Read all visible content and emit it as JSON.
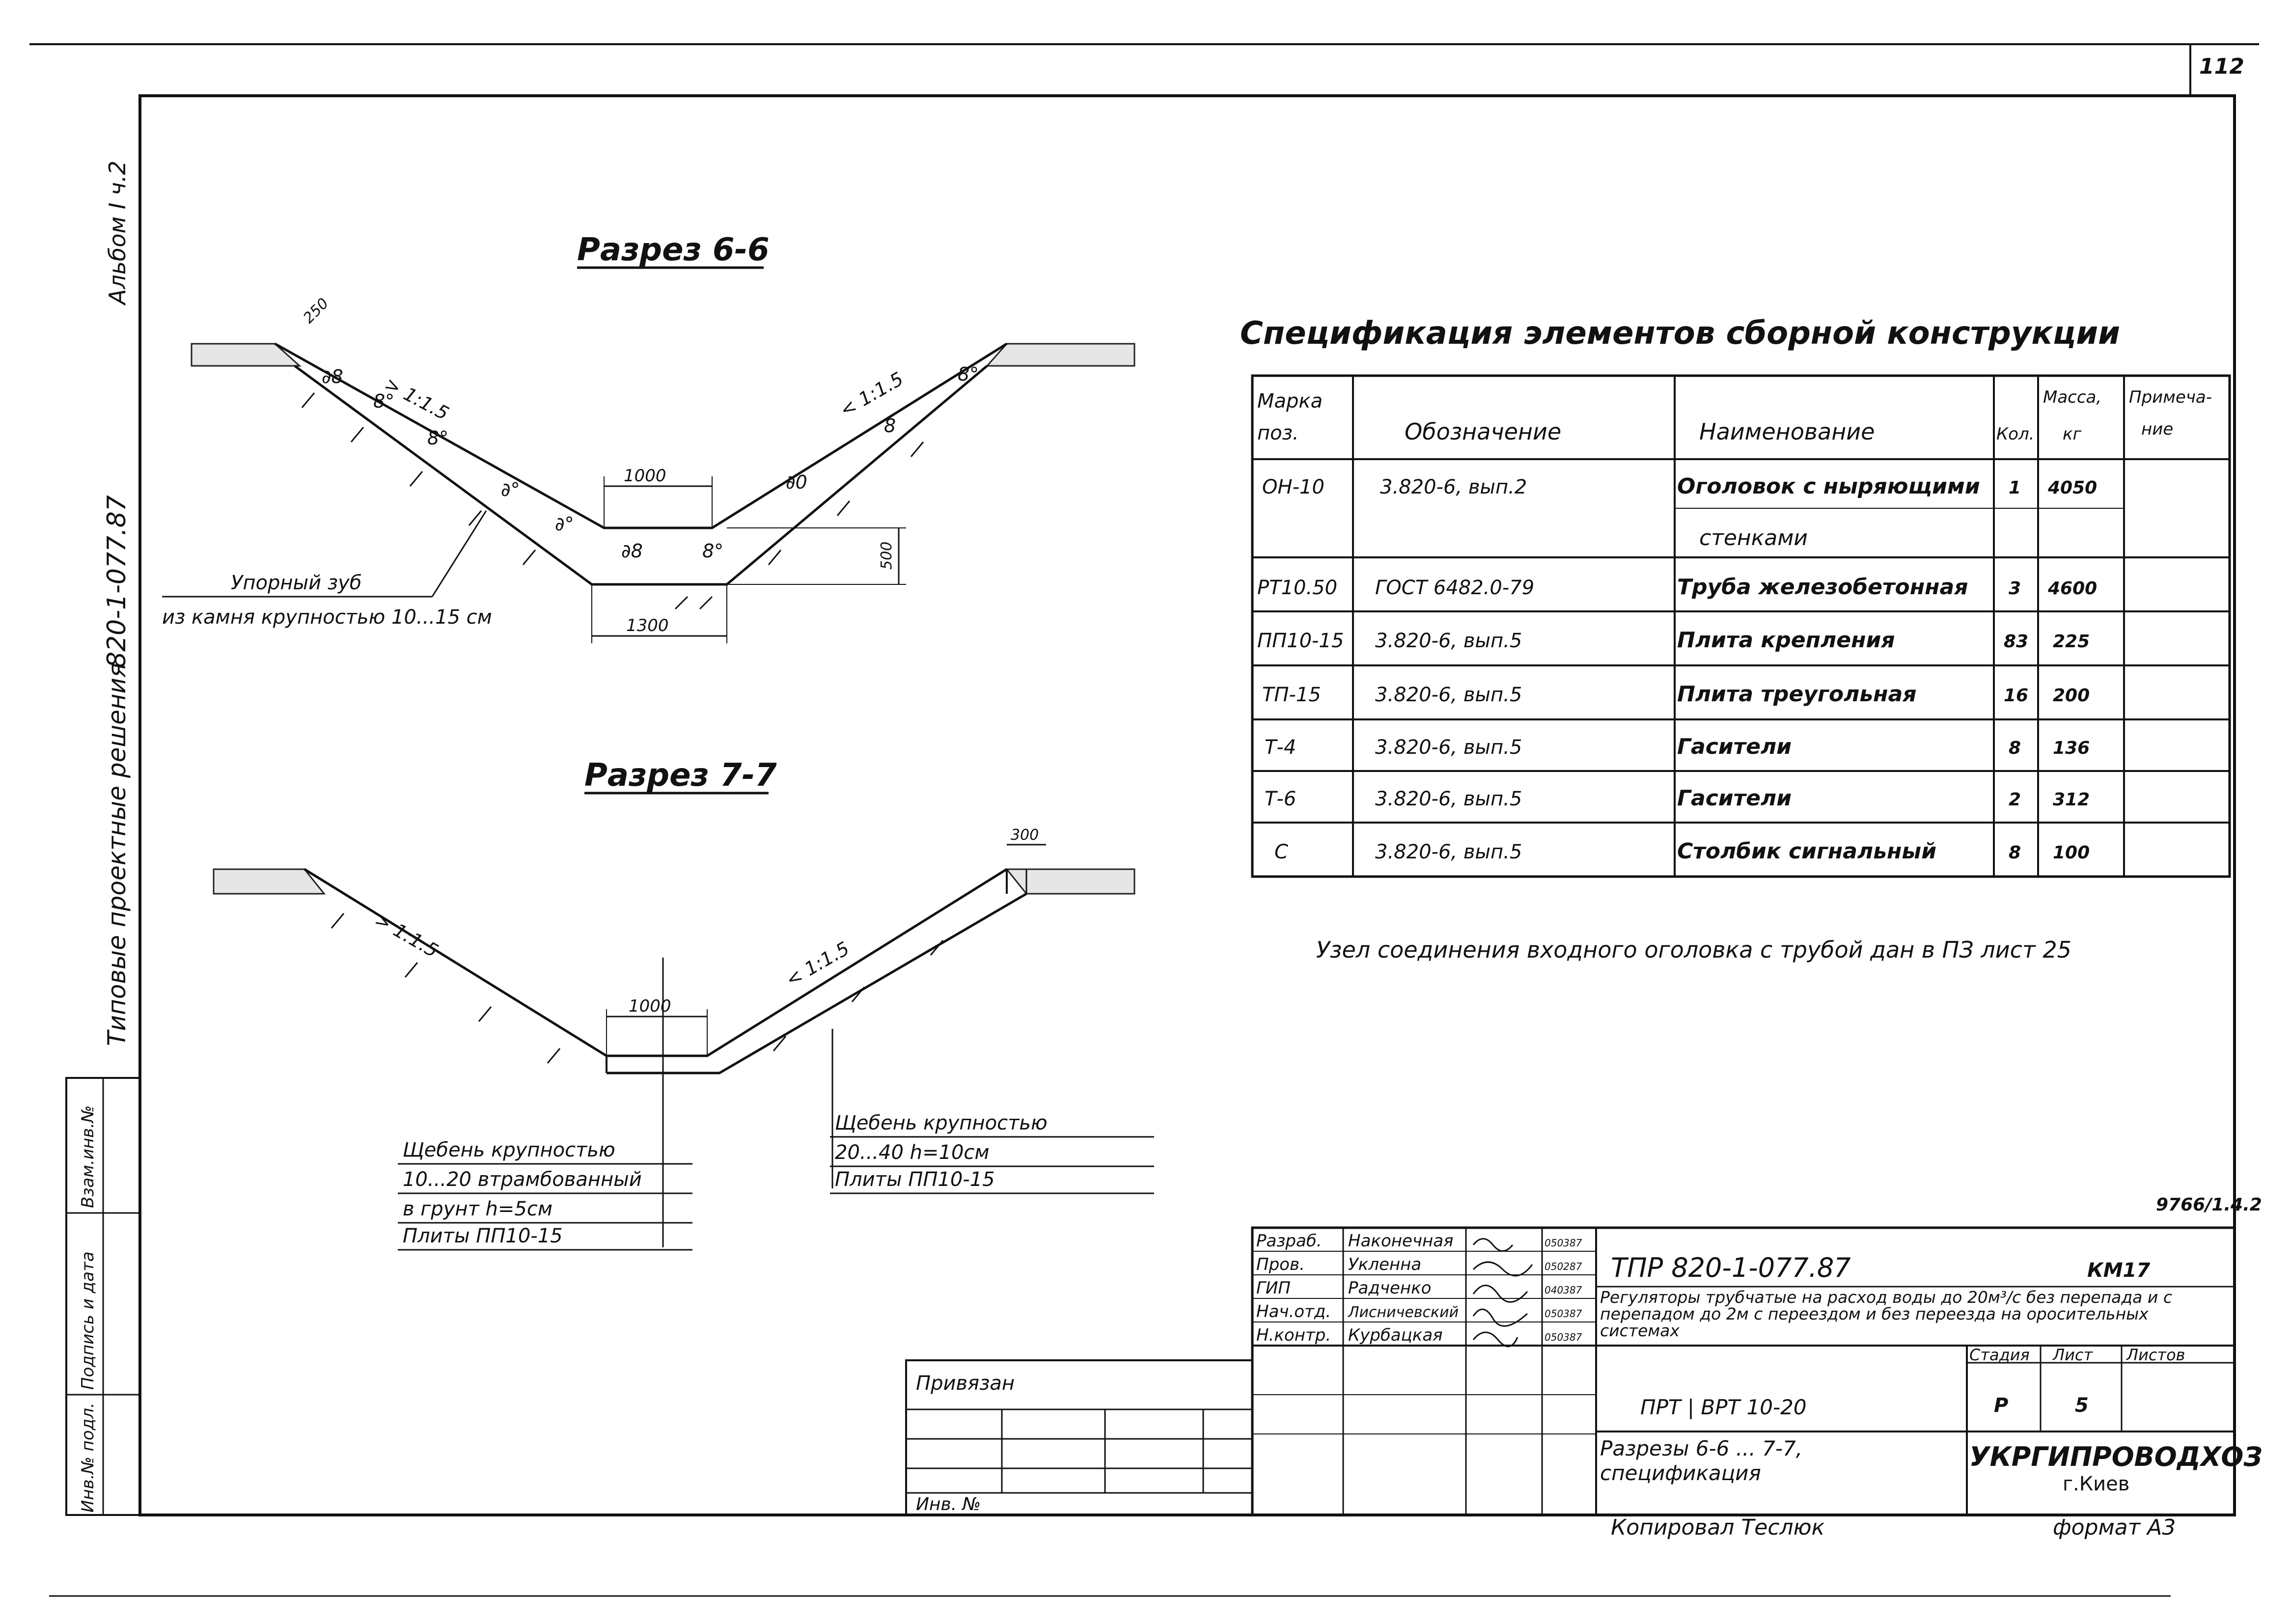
{
  "sheet_number": "112",
  "album_label": "Альбом Ⅰ ч.2",
  "series_label": "820-1-077.87",
  "typical_label": "Типовые проектные решения",
  "left_stamp": [
    "Взам.инв.№",
    "Подпись и дата",
    "Инв.№ подл."
  ],
  "section_a": {
    "title": "Разрез 6-6",
    "slope_left": "> 1:1.5",
    "slope_right": "< 1:1.5",
    "dim_top": "1000",
    "dim_bottom": "1300",
    "dim_height": "500",
    "dim_ledge": "250",
    "callout_line1": "Упорный зуб",
    "callout_line2": "из камня крупностью 10...15 см"
  },
  "section_b": {
    "title": "Разрез 7-7",
    "slope_left": "> 1:1.5",
    "slope_right": "< 1:1.5",
    "dim_top": "1000",
    "dim_ledge": "300",
    "note_left": [
      "Щебень крупностью",
      "10...20    втрамбованный",
      "в грунт h=5см",
      "Плиты ПП10-15"
    ],
    "note_right": [
      "Щебень крупностью",
      "20...40       h=10см",
      "Плиты ПП10-15"
    ]
  },
  "spec": {
    "title": "Спецификация элементов сборной конструкции",
    "headers": [
      "Марка поз.",
      "Обозначение",
      "Наименование",
      "Кол.",
      "Масса, кг",
      "Примеча- ние"
    ],
    "rows": [
      [
        "ОН-10",
        "3.820-6, вып.2",
        "Оголовок с ныряющими",
        "1",
        "4050",
        ""
      ],
      [
        "",
        "",
        "стенками",
        "",
        "",
        ""
      ],
      [
        "РТ10.50",
        "ГОСТ 6482.0-79",
        "Труба железобетонная",
        "3",
        "4600",
        ""
      ],
      [
        "ПП10-15",
        "3.820-6, вып.5",
        "Плита крепления",
        "83",
        "225",
        ""
      ],
      [
        "ТП-15",
        "3.820-6, вып.5",
        "Плита треугольная",
        "16",
        "200",
        ""
      ],
      [
        "Т-4",
        "3.820-6, вып.5",
        "Гасители",
        "8",
        "136",
        ""
      ],
      [
        "Т-6",
        "3.820-6, вып.5",
        "Гасители",
        "2",
        "312",
        ""
      ],
      [
        "С",
        "3.820-6, вып.5",
        "Столбик сигнальный",
        "8",
        "100",
        ""
      ]
    ]
  },
  "note": "Узел соединения входного оголовка с трубой дан в ПЗ лист 25",
  "code_mark": "9766/1.4.2",
  "title_block": {
    "people": [
      [
        "Разраб.",
        "Наконечная",
        "050387"
      ],
      [
        "Пров.",
        "Укленна",
        "050287"
      ],
      [
        "ГИП",
        "Радченко",
        "040387"
      ],
      [
        "Нач.отд.",
        "Лисничевский",
        "050387"
      ],
      [
        "Н.контр.",
        "Курбацкая",
        "050387"
      ]
    ],
    "doc_code": "ТПР 820-1-077.87",
    "sheet_mark": "КМ17",
    "description": "Регуляторы трубчатые на расход воды до 20м³/с без перепада и с перепадом до 2м с переездом и без переезда на оросительных системах",
    "stage_header": "Стадия",
    "sheet_header": "Лист",
    "sheets_header": "Листов",
    "stage": "Р",
    "sheet": "5",
    "variant": "ПРТ | ВРТ 10-20",
    "sheet_title": "Разрезы 6-6 ... 7-7, спецификация",
    "org": "УКРГИПРОВОДХОЗ",
    "city": "г.Киев",
    "privyazan": "Привязан",
    "inv": "Инв. №"
  },
  "footer_copied": "Копировал Теслюк",
  "footer_format": "формат А3"
}
